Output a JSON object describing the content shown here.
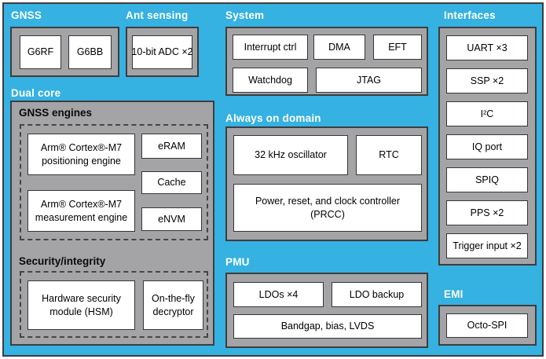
{
  "colors": {
    "background": "#35b1e2",
    "panel_fill": "#a4a4a6",
    "box_fill": "#ffffff",
    "border": "#3d3d3f",
    "section_label_color": "#ffffff",
    "subsection_label_color": "#000000"
  },
  "sections": {
    "gnss": {
      "label": "GNSS",
      "boxes": [
        "G6RF",
        "G6BB"
      ]
    },
    "ant_sensing": {
      "label": "Ant sensing",
      "boxes": [
        "10-bit ADC ×2"
      ]
    },
    "system": {
      "label": "System",
      "boxes": [
        "Interrupt ctrl",
        "DMA",
        "EFT",
        "Watchdog",
        "JTAG"
      ]
    },
    "dual_core": {
      "label": "Dual core",
      "subsections": [
        {
          "label": "GNSS engines",
          "boxes": [
            "Arm® Cortex®-M7 positioning engine",
            "eRAM",
            "Cache",
            "Arm® Cortex®-M7 measurement engine",
            "eNVM"
          ]
        },
        {
          "label": "Security/integrity",
          "boxes": [
            "Hardware security module (HSM)",
            "On-the-fly decryptor"
          ]
        }
      ]
    },
    "always_on_domain": {
      "label": "Always on domain",
      "boxes": [
        "32 kHz oscillator",
        "RTC",
        "Power, reset, and clock controller (PRCC)"
      ]
    },
    "pmu": {
      "label": "PMU",
      "boxes": [
        "LDOs ×4",
        "LDO backup",
        "Bandgap, bias, LVDS"
      ]
    },
    "interfaces": {
      "label": "Interfaces",
      "boxes": [
        "UART ×3",
        "SSP ×2",
        "I²C",
        "IQ port",
        "SPIQ",
        "PPS ×2",
        "Trigger input ×2"
      ]
    },
    "emi": {
      "label": "EMI",
      "boxes": [
        "Octo-SPI"
      ]
    }
  }
}
